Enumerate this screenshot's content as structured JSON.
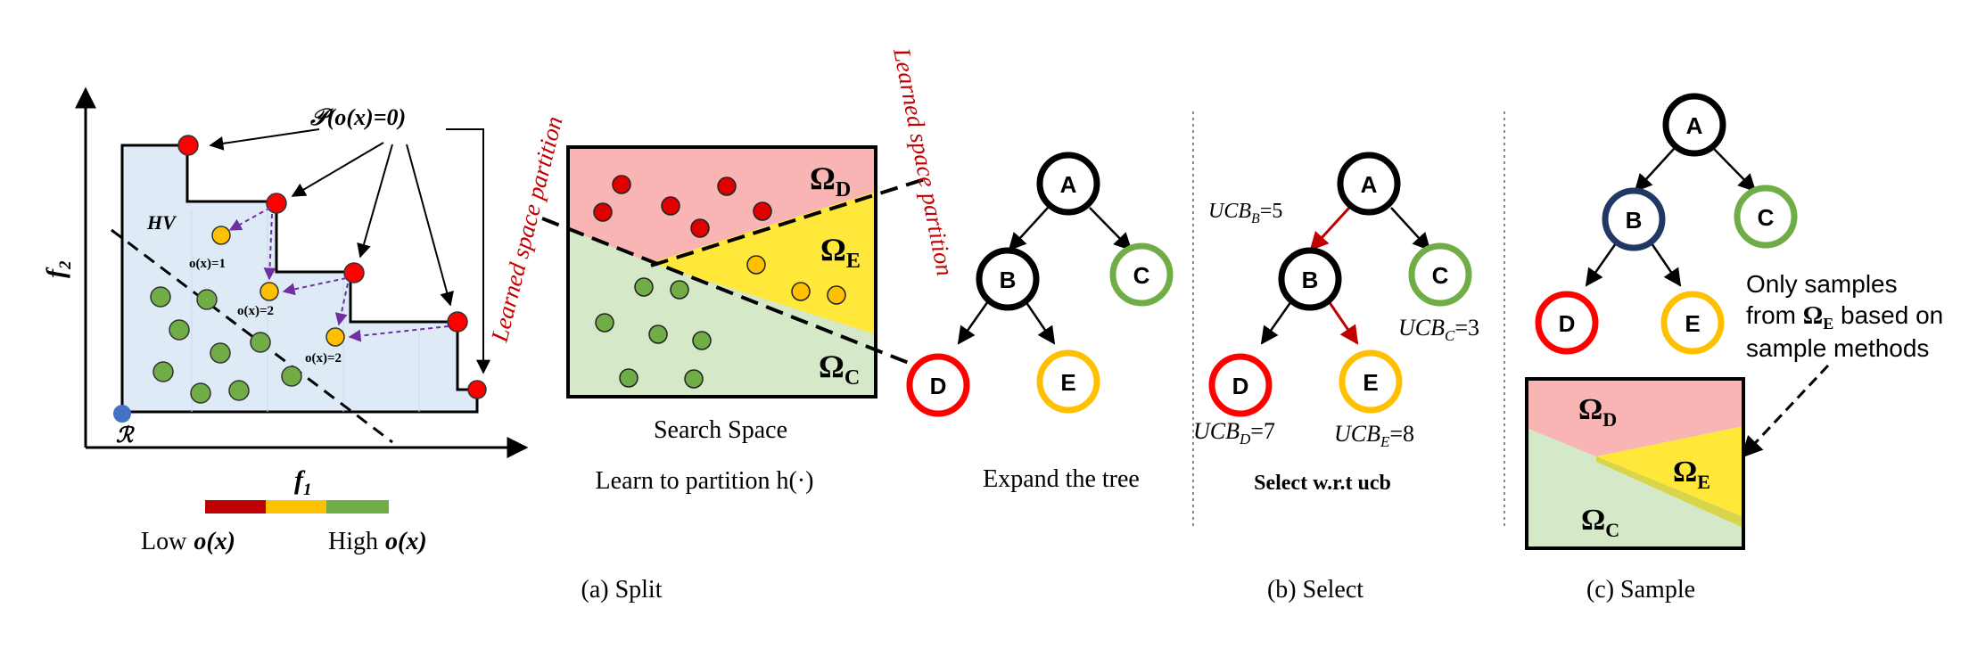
{
  "panel_a": {
    "pareto": {
      "axis_x": "f",
      "axis_x_sub": "1",
      "axis_y": "f",
      "axis_y_sub": "2",
      "hv_label": "HV",
      "ref_label": "ℛ",
      "prob_label": "𝒫(o(x)=0)",
      "o_labels": [
        "o(x)=1",
        "o(x)=2",
        "o(x)=2"
      ],
      "colorbar_low": "Low",
      "colorbar_high": "High",
      "colorbar_ox": "o(x)",
      "colorbar_colors": [
        "#c00000",
        "#ffc000",
        "#70ad47"
      ]
    },
    "search_space": {
      "omega_d": "Ω",
      "omega_d_sub": "D",
      "omega_e": "Ω",
      "omega_e_sub": "E",
      "omega_c": "Ω",
      "omega_c_sub": "C",
      "caption": "Search Space",
      "learn_caption": "Learn to partition h(·)",
      "partition_label_1": "Learned space partition",
      "partition_label_2": "Learned space partition"
    },
    "tree": {
      "nodes": [
        "A",
        "B",
        "C",
        "D",
        "E"
      ],
      "caption": "Expand the tree"
    },
    "caption": "(a) Split"
  },
  "panel_b": {
    "nodes": [
      "A",
      "B",
      "C",
      "D",
      "E"
    ],
    "ucb_b_label": "UCB",
    "ucb_b_sub": "B",
    "ucb_b_val": "=5",
    "ucb_c_label": "UCB",
    "ucb_c_sub": "C",
    "ucb_c_val": "=3",
    "ucb_d_label": "UCB",
    "ucb_d_sub": "D",
    "ucb_d_val": "=7",
    "ucb_e_label": "UCB",
    "ucb_e_sub": "E",
    "ucb_e_val": "=8",
    "action": "Select w.r.t ucb",
    "caption": "(b) Select"
  },
  "panel_c": {
    "nodes": [
      "A",
      "B",
      "C",
      "D",
      "E"
    ],
    "note_line1": "Only samples",
    "note_line2_pre": "from ",
    "note_line2_omega": "Ω",
    "note_line2_sub": "E",
    "note_line2_post": " based on",
    "note_line3": "sample methods",
    "omega_d": "Ω",
    "omega_d_sub": "D",
    "omega_e": "Ω",
    "omega_e_sub": "E",
    "omega_c": "Ω",
    "omega_c_sub": "C",
    "caption": "(c) Sample"
  },
  "colors": {
    "red": "#ff0000",
    "red_dot": "#e00000",
    "orange": "#ffc000",
    "green": "#70ad47",
    "navy": "#1f3864",
    "region_red": "#f9b4b4",
    "region_yellow": "#ffe83a",
    "region_green": "#d5e8c8",
    "hv_fill": "#dfeaf7",
    "ref_blue": "#4472c4",
    "purple": "#7030a0",
    "partition_red": "#c00000"
  }
}
